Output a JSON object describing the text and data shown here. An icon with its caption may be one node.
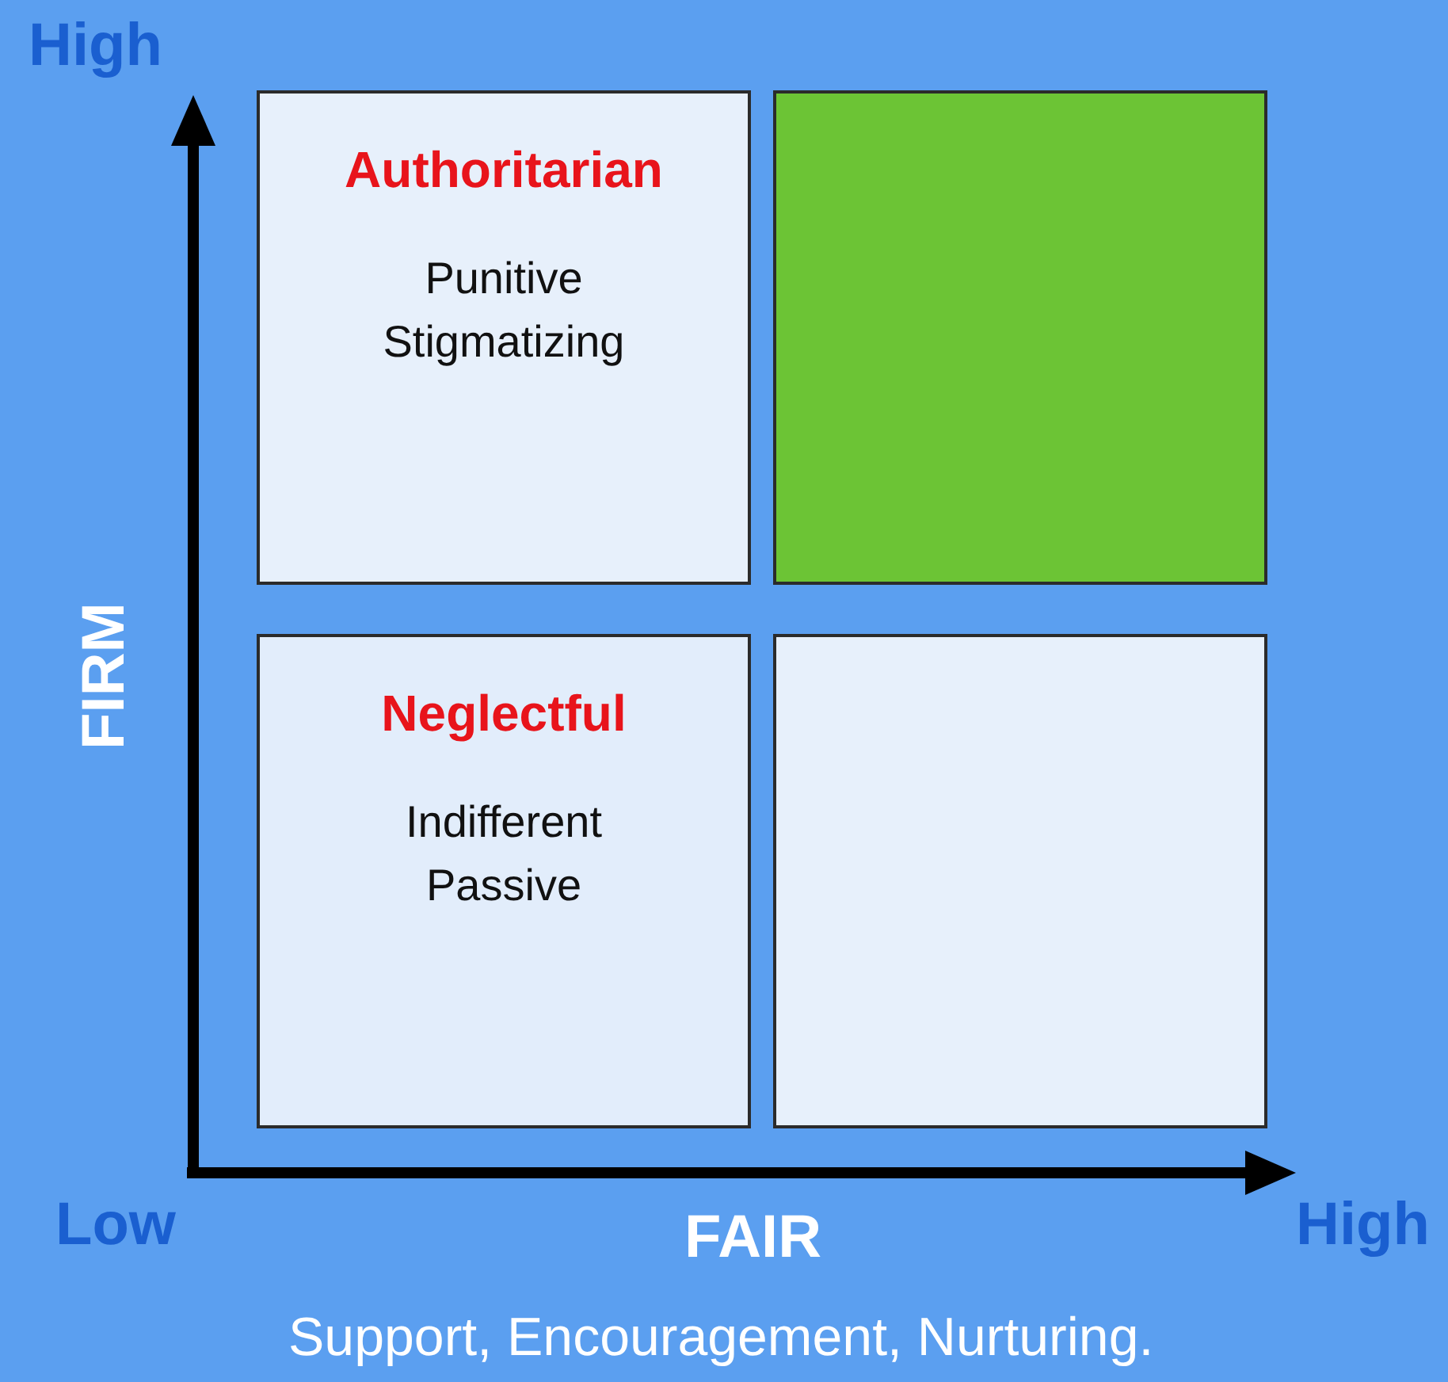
{
  "diagram": {
    "nodes": [
      {
        "text": [
          "Authoritarian",
          "Punitive Stigmatizing"
        ]
      },
      {
        "text": [],
        "shape": "box"
      },
      {
        "text": [
          "Neglectful",
          "Indifferent Passive"
        ]
      },
      {
        "text": [],
        "shape": "box"
      }
    ],
    "edges": [],
    "labels": [
      "High",
      "FIRM",
      "Low",
      "FAIR",
      "High",
      "Support, Encouragement, Nurturing."
    ]
  }
}
